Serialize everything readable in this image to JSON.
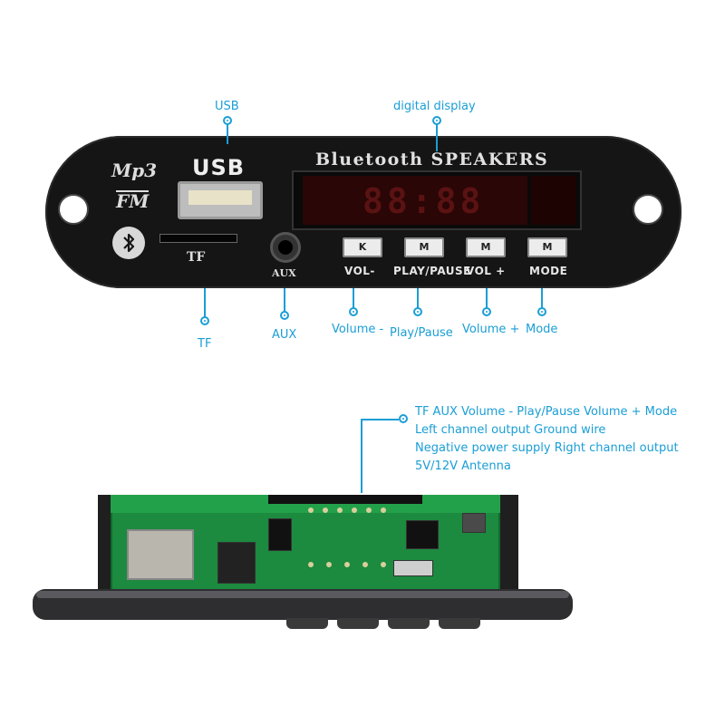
{
  "panel": {
    "brand_title": "Bluetooth SPEAKERS",
    "mp3_label": "Mp3",
    "fm_label": "FM",
    "usb_label": "USB",
    "tf_label": "TF",
    "aux_label": "AUX",
    "display_digits": "88:88",
    "buttons": [
      {
        "label": "VOL-",
        "glyph": "K",
        "icon": "prev-icon"
      },
      {
        "label": "PLAY/PAUSE",
        "glyph": "M",
        "icon": "play-pause-icon"
      },
      {
        "label": "VOL +",
        "glyph": "M",
        "icon": "next-icon"
      },
      {
        "label": "MODE",
        "glyph": "M",
        "icon": "mode-icon"
      }
    ]
  },
  "callouts": {
    "usb": "USB",
    "digital_display": "digital display",
    "tf": "TF",
    "aux": "AUX",
    "volume_minus": "Volume -",
    "play_pause": "Play/Pause",
    "volume_plus": "Volume +",
    "mode": "Mode"
  },
  "pin_description": [
    "TF AUX Volume - Play/Pause Volume + Mode",
    "Left channel output Ground wire",
    "Negative power supply Right channel output",
    "5V/12V Antenna"
  ],
  "colors": {
    "callout_accent": "#1a9ed6",
    "panel": "#151515",
    "pcb": "#1c8a3f"
  }
}
